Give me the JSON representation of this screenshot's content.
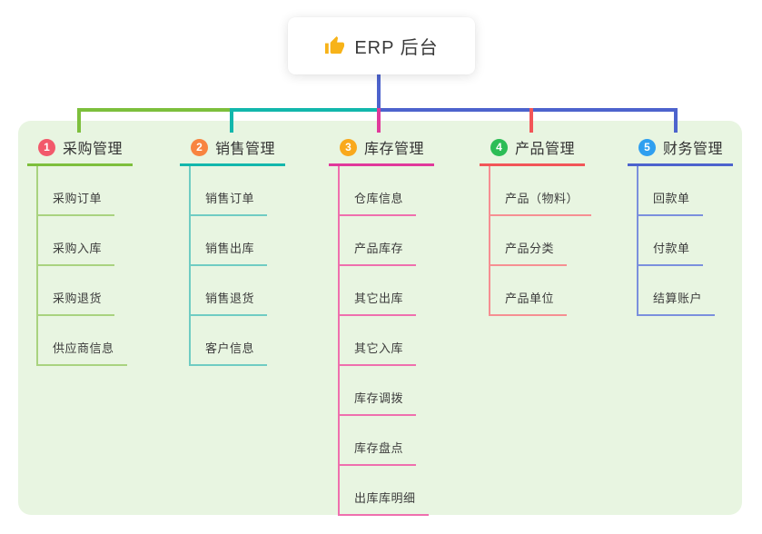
{
  "root": {
    "title": "ERP 后台",
    "icon": "thumbs-up-icon"
  },
  "branches": [
    {
      "badge": "1",
      "title": "采购管理",
      "line_color": "#7dbf3c",
      "child_line_color": "#a9d37f",
      "badge_color": "#f2596b",
      "children": [
        "采购订单",
        "采购入库",
        "采购退货",
        "供应商信息"
      ]
    },
    {
      "badge": "2",
      "title": "销售管理",
      "line_color": "#12b7ac",
      "child_line_color": "#6fccc3",
      "badge_color": "#f88440",
      "children": [
        "销售订单",
        "销售出库",
        "销售退货",
        "客户信息"
      ]
    },
    {
      "badge": "3",
      "title": "库存管理",
      "line_color": "#e0399b",
      "child_line_color": "#ef6fae",
      "badge_color": "#f9a91c",
      "children": [
        "仓库信息",
        "产品库存",
        "其它出库",
        "其它入库",
        "库存调拨",
        "库存盘点",
        "出库库明细"
      ]
    },
    {
      "badge": "4",
      "title": "产品管理",
      "line_color": "#f25558",
      "child_line_color": "#f68f92",
      "badge_color": "#2cbd56",
      "children": [
        "产品（物料）",
        "产品分类",
        "产品单位"
      ]
    },
    {
      "badge": "5",
      "title": "财务管理",
      "line_color": "#4d63cd",
      "child_line_color": "#7b90dd",
      "badge_color": "#2f9ff0",
      "children": [
        "回款单",
        "付款单",
        "结算账户"
      ]
    }
  ],
  "colors": {
    "trunk_blue": "#4d63cd",
    "trunk_green": "#7dbf3c",
    "trunk_teal": "#12b7ac",
    "panel_bg": "#e8f5e1",
    "text": "#333333",
    "thumb_yellow": "#f7b319"
  }
}
